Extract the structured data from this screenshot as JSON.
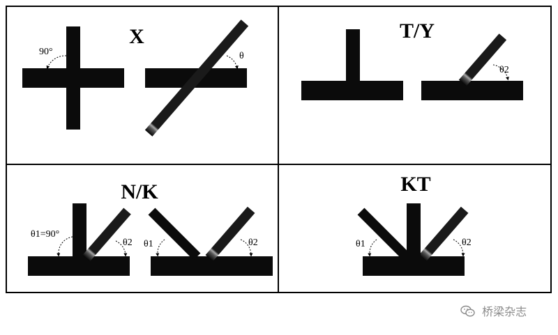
{
  "panels": {
    "x": {
      "title": "X",
      "angle_perp": "90°",
      "angle": "θ"
    },
    "ty": {
      "title": "T/Y",
      "angle": "θ2"
    },
    "nk": {
      "title": "N/K",
      "angle_left_perp": "θ1=90°",
      "angle_right": "θ2",
      "angle_k_left": "θ1",
      "angle_k_right": "θ2"
    },
    "kt": {
      "title": "KT",
      "angle_left": "θ1",
      "angle_right": "θ2"
    }
  },
  "watermark": {
    "text": "桥梁杂志",
    "icon": "wechat-icon"
  },
  "colors": {
    "tube": "#0b0b0b",
    "tube_highlight": "#9a9a9a",
    "frame": "#000000",
    "watermark": "#8a8a8a"
  }
}
